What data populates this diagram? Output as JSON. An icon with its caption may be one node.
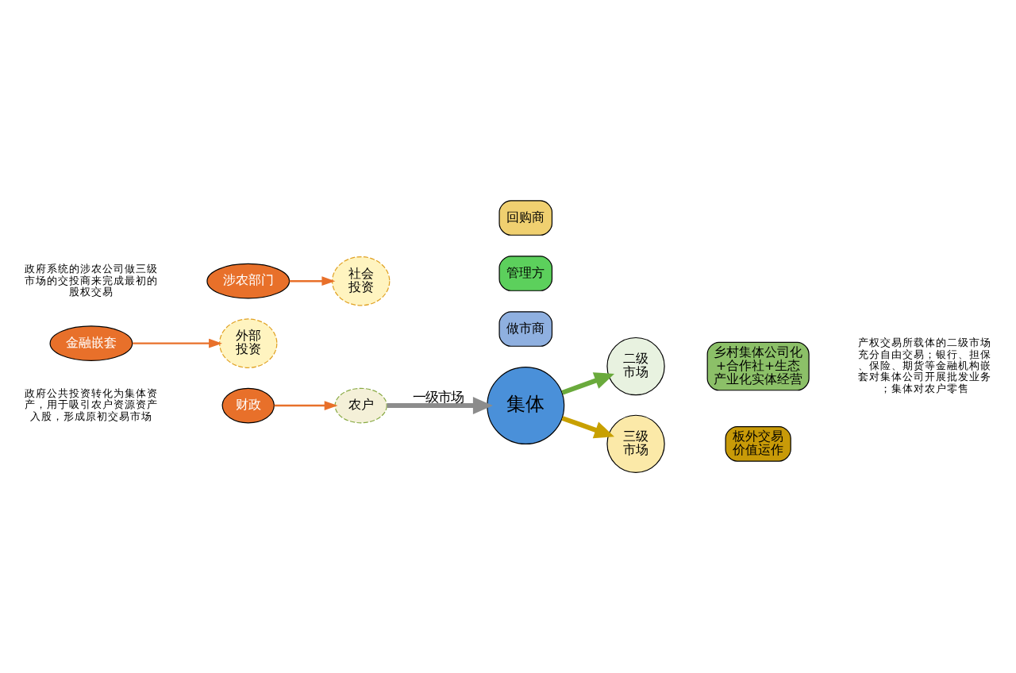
{
  "diagram": {
    "nodes": [
      {
        "text": [
          "财政"
        ]
      },
      {
        "text": [
          "金融嵌套"
        ]
      },
      {
        "text": [
          "涉农部门"
        ]
      },
      {
        "text": [
          "农户"
        ]
      },
      {
        "text": [
          "外部投资"
        ]
      },
      {
        "text": [
          "社会投资"
        ]
      },
      {
        "text": [
          "集体"
        ]
      },
      {
        "text": [
          "做市商"
        ]
      },
      {
        "text": [
          "管理方"
        ]
      },
      {
        "text": [
          "回购商"
        ]
      },
      {
        "text": [
          "二级市场"
        ]
      },
      {
        "text": [
          "乡村集体公司化+合作社+生态产业化实体经营"
        ]
      },
      {
        "text": [
          "三级市场"
        ]
      },
      {
        "text": [
          "板外交易",
          "价值运作"
        ]
      }
    ],
    "edges": [
      {
        "from": 0,
        "to": 3,
        "arrow": "to"
      },
      {
        "from": 1,
        "to": 4,
        "arrow": "to"
      },
      {
        "from": 2,
        "to": 5,
        "arrow": "to"
      },
      {
        "from": 3,
        "to": 6,
        "arrow": "to",
        "label": "一级市场",
        "style": "thick",
        "color": "#8c8c8c"
      },
      {
        "from": 6,
        "to": 10,
        "arrow": "to",
        "style": "thick",
        "color": "#6aaa3c"
      },
      {
        "from": 6,
        "to": 12,
        "arrow": "to",
        "style": "thick",
        "color": "#c8a000"
      }
    ],
    "labels": [
      "政府公共投资转化为集体资产，用于吸引农户资源资产入股，形成原初交易市场",
      "产权交易所载体的二级市场充分自由交易；银行、担保、保险、期货等金融机构嵌套对集体公司开展批发业务；集体对农户零售",
      "政府系统的涉农公司做三级市场的交投商来完成最初的股权交易"
    ]
  }
}
